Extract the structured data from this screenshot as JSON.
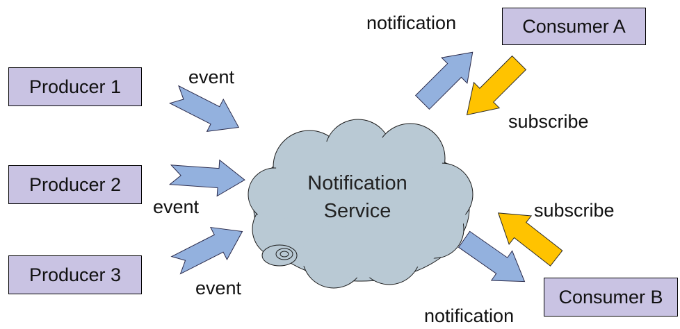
{
  "producers": [
    {
      "label": "Producer 1"
    },
    {
      "label": "Producer 2"
    },
    {
      "label": "Producer 3"
    }
  ],
  "consumers": [
    {
      "label": "Consumer A"
    },
    {
      "label": "Consumer B"
    }
  ],
  "service": {
    "line1": "Notification",
    "line2": "Service"
  },
  "arrow_labels": {
    "event_1": "event",
    "event_2": "event",
    "event_3": "event",
    "notification_a": "notification",
    "notification_b": "notification",
    "subscribe_a": "subscribe",
    "subscribe_b": "subscribe"
  },
  "colors": {
    "box_fill": "#c9c3e3",
    "event_arrow": "#93b1de",
    "subscribe_arrow": "#ffc300",
    "cloud_fill": "#b9c9d4"
  }
}
